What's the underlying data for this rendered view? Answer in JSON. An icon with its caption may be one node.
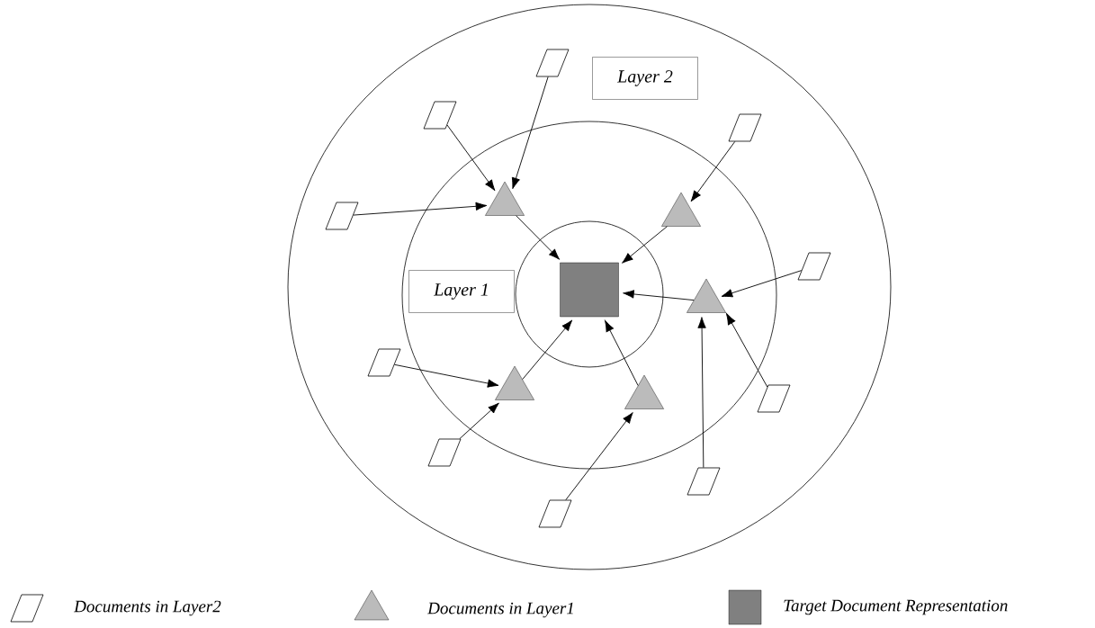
{
  "diagram": {
    "nodes": [
      {
        "text": [],
        "shape": "parallelogram"
      },
      {
        "text": [
          "Layer 2"
        ]
      },
      {
        "text": [],
        "shape": "parallelogram"
      },
      {
        "text": [],
        "shape": "parallelogram"
      },
      {
        "text": [],
        "shape": "triangle"
      },
      {
        "text": [],
        "shape": "triangle"
      },
      {
        "text": [],
        "shape": "parallelogram"
      },
      {
        "text": [],
        "shape": "parallelogram"
      },
      {
        "text": [],
        "shape": "box"
      },
      {
        "text": [
          "Layer 1"
        ]
      },
      {
        "text": [],
        "shape": "triangle"
      },
      {
        "text": [],
        "shape": "parallelogram"
      },
      {
        "text": [],
        "shape": "triangle"
      },
      {
        "text": [],
        "shape": "triangle"
      },
      {
        "text": [],
        "shape": "parallelogram"
      },
      {
        "text": [],
        "shape": "parallelogram"
      },
      {
        "text": [],
        "shape": "parallelogram"
      },
      {
        "text": [],
        "shape": "parallelogram"
      }
    ],
    "edges": [
      {
        "from": 2,
        "to": 4,
        "arrow": "to"
      },
      {
        "from": 0,
        "to": 4,
        "arrow": "to"
      },
      {
        "from": 6,
        "to": 4,
        "arrow": "to"
      },
      {
        "from": 4,
        "to": 8,
        "arrow": "to"
      },
      {
        "from": 3,
        "to": 5,
        "arrow": "to"
      },
      {
        "from": 5,
        "to": 8,
        "arrow": "to"
      },
      {
        "from": 7,
        "to": 10,
        "arrow": "to"
      },
      {
        "from": 14,
        "to": 10,
        "arrow": "to"
      },
      {
        "from": 16,
        "to": 10,
        "arrow": "to"
      },
      {
        "from": 10,
        "to": 8,
        "arrow": "to"
      },
      {
        "from": 11,
        "to": 12,
        "arrow": "to"
      },
      {
        "from": 15,
        "to": 12,
        "arrow": "to"
      },
      {
        "from": 12,
        "to": 8,
        "arrow": "to"
      },
      {
        "from": 17,
        "to": 13,
        "arrow": "to"
      },
      {
        "from": 13,
        "to": 8,
        "arrow": "to"
      }
    ],
    "legend": [
      {
        "text": "Documents in Layer2"
      },
      {
        "text": "Documents in Layer1"
      },
      {
        "text": "Target Document Representation"
      }
    ]
  }
}
